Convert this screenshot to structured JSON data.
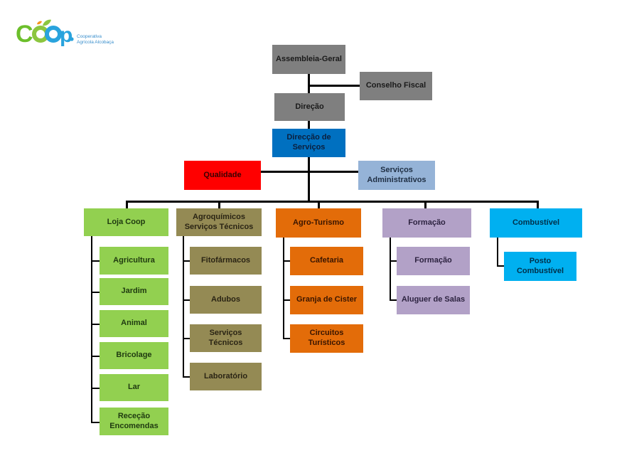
{
  "logo": {
    "mark": "Coop",
    "tagline": [
      "Cooperativa",
      "Agrícola Alcobaça"
    ]
  },
  "colors": {
    "assembly": "#7f7f7f",
    "directorate": "#0070c0",
    "quality": "#ff0000",
    "admin": "#95b3d7",
    "loja": "#92d050",
    "agro": "#948a54",
    "turismo": "#e36c09",
    "formacao": "#b2a1c7",
    "combustivel": "#00b0f0"
  },
  "chart": {
    "assembleia": "Assembleia-Geral",
    "conselho_fiscal": "Conselho Fiscal",
    "direcao": "Direção",
    "direccao_servicos": "Direcção de Serviços",
    "qualidade": "Qualidade",
    "servicos_admin": "Serviços Administrativos",
    "departments": [
      {
        "name": "Loja Coop",
        "items": [
          "Agricultura",
          "Jardim",
          "Animal",
          "Bricolage",
          "Lar",
          "Receção Encomendas"
        ]
      },
      {
        "name": "Agroquímicos Serviços Técnicos",
        "items": [
          "Fitofármacos",
          "Adubos",
          "Serviços Técnicos",
          "Laboratório"
        ]
      },
      {
        "name": "Agro-Turismo",
        "items": [
          "Cafetaria",
          "Granja de Cister",
          "Circuitos Turísticos"
        ]
      },
      {
        "name": "Formação",
        "items": [
          "Formação",
          "Aluguer de Salas"
        ]
      },
      {
        "name": "Combustível",
        "items": [
          "Posto Combustível"
        ]
      }
    ]
  }
}
